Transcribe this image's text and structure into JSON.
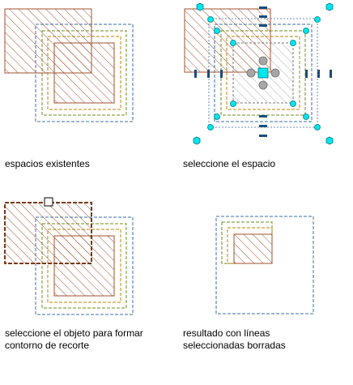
{
  "panels": [
    {
      "caption": [
        "espacios existentes"
      ]
    },
    {
      "caption": [
        "seleccione el espacio"
      ]
    },
    {
      "caption": [
        "seleccione el objeto para formar",
        "contorno de recorte"
      ]
    },
    {
      "caption": [
        "resultado con líneas",
        "seleccionadas borradas"
      ]
    }
  ],
  "colors": {
    "hatch": "#a0522d",
    "outer_boundary": "#3a6ea5",
    "middle_boundary": "#6b8e23",
    "inner_boundary": "#b8860b",
    "grip": "#00e5ee",
    "grip_stroke": "#007a80",
    "center_grip": "#a6a6a6"
  },
  "icons": [
    "grip-square-icon",
    "grip-circle-icon",
    "grip-hexagon-icon",
    "grip-dash-icon"
  ]
}
